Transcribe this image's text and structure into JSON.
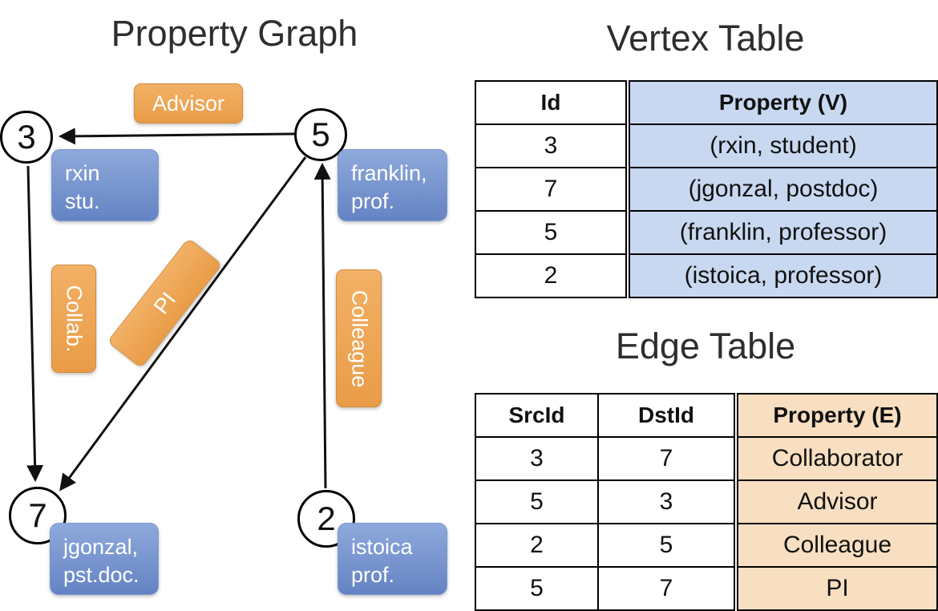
{
  "graph": {
    "title": "Property Graph",
    "vertices": [
      {
        "id": "3",
        "label_lines": [
          "rxin",
          "stu."
        ]
      },
      {
        "id": "5",
        "label_lines": [
          "franklin,",
          "prof."
        ]
      },
      {
        "id": "7",
        "label_lines": [
          "jgonzal,",
          "pst.doc."
        ]
      },
      {
        "id": "2",
        "label_lines": [
          "istoica",
          "prof."
        ]
      }
    ],
    "edge_labels": [
      {
        "label": "Advisor"
      },
      {
        "label": "Collab."
      },
      {
        "label": "PI"
      },
      {
        "label": "Colleague"
      }
    ]
  },
  "vertex_table": {
    "title": "Vertex Table",
    "headers": [
      "Id",
      "Property (V)"
    ],
    "rows": [
      [
        "3",
        "(rxin, student)"
      ],
      [
        "7",
        "(jgonzal, postdoc)"
      ],
      [
        "5",
        "(franklin, professor)"
      ],
      [
        "2",
        "(istoica, professor)"
      ]
    ]
  },
  "edge_table": {
    "title": "Edge Table",
    "headers": [
      "SrcId",
      "DstId",
      "Property (E)"
    ],
    "rows": [
      [
        "3",
        "7",
        "Collaborator"
      ],
      [
        "5",
        "3",
        "Advisor"
      ],
      [
        "2",
        "5",
        "Colleague"
      ],
      [
        "5",
        "7",
        "PI"
      ]
    ]
  },
  "colors": {
    "vertex_box_blue": "#6583c4",
    "edge_box_orange": "#e99c47",
    "table_blue": "#c8d8f0",
    "table_orange": "#f8dfc1",
    "arrow_black": "#111111"
  }
}
